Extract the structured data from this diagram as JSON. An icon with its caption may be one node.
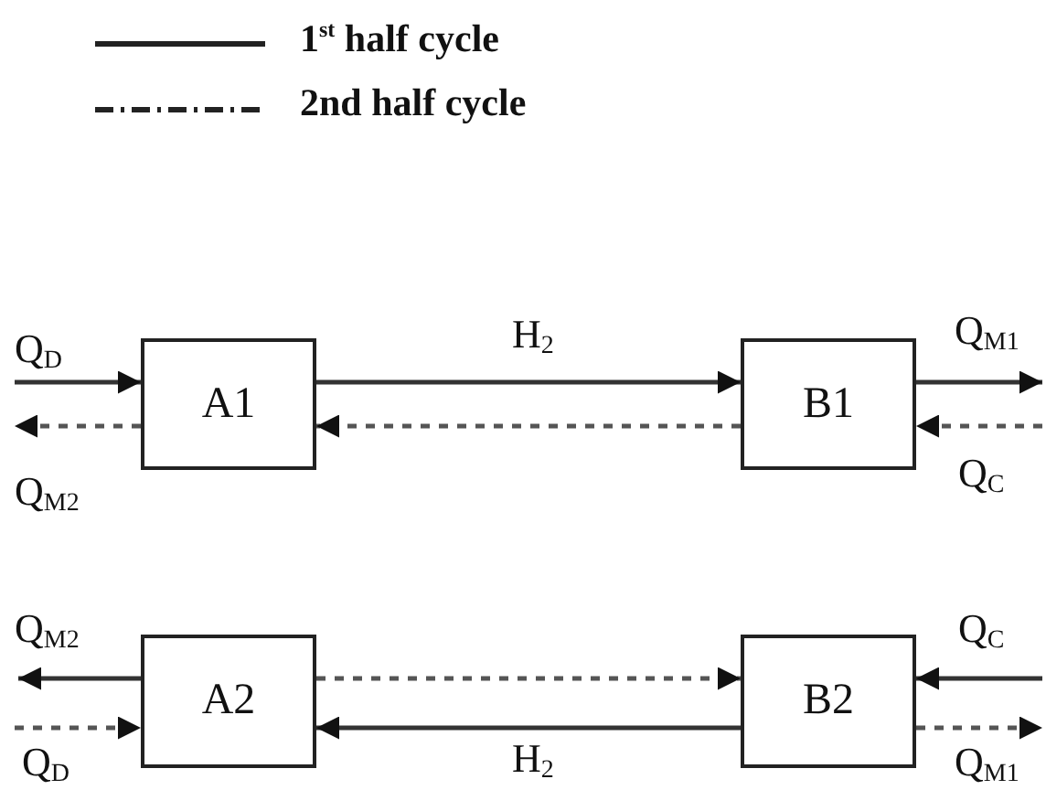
{
  "diagram": {
    "nodes": [
      {
        "text": [
          "A1"
        ]
      },
      {
        "text": [
          "B1"
        ]
      },
      {
        "text": [
          "A2"
        ]
      },
      {
        "text": [
          "B2"
        ]
      }
    ],
    "edges": [
      {
        "from": null,
        "to": 0,
        "arrow": "to",
        "label": "Q$_{D}$"
      },
      {
        "from": 0,
        "to": null,
        "arrow": "to",
        "style": "dashed",
        "label": "Q$_{M2}$"
      },
      {
        "from": 0,
        "to": 1,
        "arrow": "to",
        "label": "H$_{2}$"
      },
      {
        "from": 1,
        "to": 0,
        "arrow": "to",
        "style": "dashed"
      },
      {
        "from": 1,
        "to": null,
        "arrow": "to",
        "label": "Q$_{M1}$"
      },
      {
        "from": null,
        "to": 1,
        "arrow": "to",
        "style": "dashed",
        "label": "Q$_{C}$"
      },
      {
        "from": 2,
        "to": null,
        "arrow": "to",
        "label": "Q$_{M2}$"
      },
      {
        "from": null,
        "to": 2,
        "arrow": "to",
        "style": "dashed",
        "label": "Q$_{D}$"
      },
      {
        "from": 2,
        "to": 3,
        "arrow": "to",
        "style": "dashed"
      },
      {
        "from": 3,
        "to": 2,
        "arrow": "to",
        "label": "H$_{2}$"
      },
      {
        "from": null,
        "to": 3,
        "arrow": "to",
        "label": "Q$_{C}$"
      },
      {
        "from": 3,
        "to": null,
        "arrow": "to",
        "style": "dashed",
        "label": "Q$_{M1}$"
      }
    ],
    "legend": [
      {
        "text": "1$^{st}$ half cycle"
      },
      {
        "text": "2nd half cycle"
      }
    ]
  }
}
